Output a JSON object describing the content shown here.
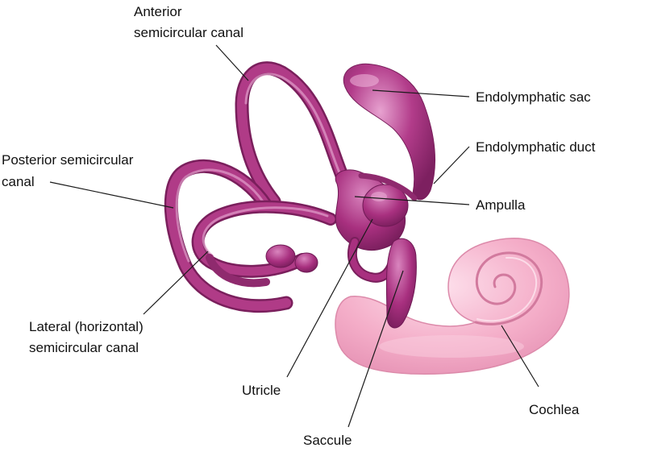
{
  "colors": {
    "labyrinth": "#a8307f",
    "labyrinth_dark": "#7a1f5c",
    "labyrinth_light": "#d67bb8",
    "cochlea": "#f2a3c2",
    "cochlea_dark": "#d97aa2",
    "cochlea_light": "#fbd2e2",
    "leader": "#1a1a1a"
  },
  "labels": {
    "anterior_line1": "Anterior",
    "anterior_line2": "semicircular canal",
    "posterior_line1": "Posterior semicircular",
    "posterior_line2": "canal",
    "lateral_line1": "Lateral (horizontal)",
    "lateral_line2": "semicircular canal",
    "utricle": "Utricle",
    "saccule": "Saccule",
    "endolymphatic_sac": "Endolymphatic sac",
    "endolymphatic_duct": "Endolymphatic duct",
    "ampulla": "Ampulla",
    "cochlea": "Cochlea"
  }
}
